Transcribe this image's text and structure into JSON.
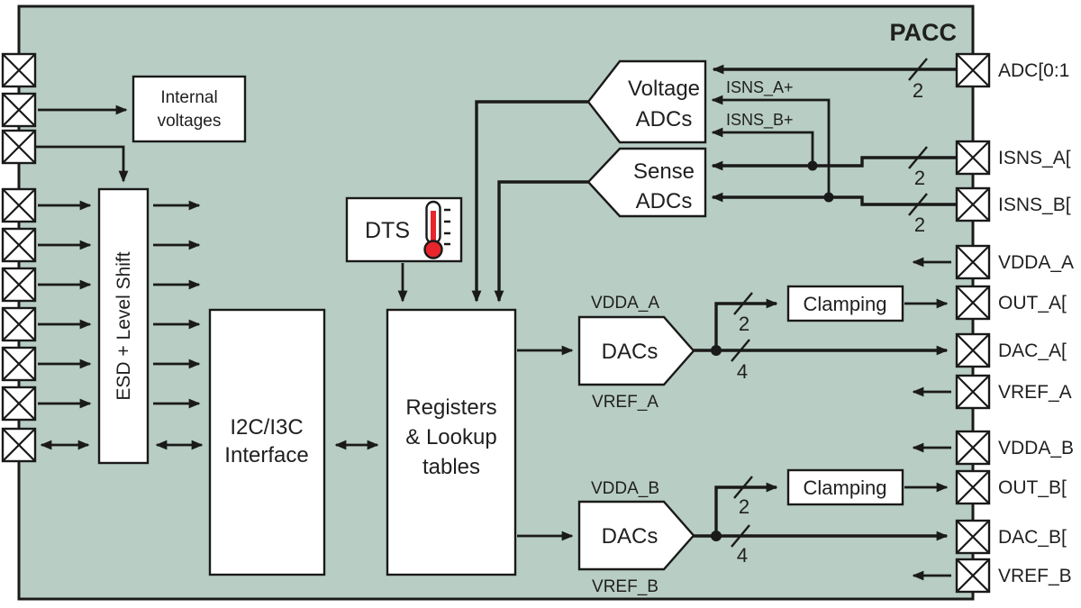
{
  "title": "PACC",
  "blocks": {
    "internal_voltages": {
      "line1": "Internal",
      "line2": "voltages"
    },
    "esd_level_shift": {
      "label": "ESD + Level Shift"
    },
    "i2c_interface": {
      "line1": "I2C/I3C",
      "line2": "Interface"
    },
    "registers": {
      "line1": "Registers",
      "line2": "& Lookup",
      "line3": "tables"
    },
    "dts": {
      "label": "DTS",
      "icon": "thermometer-icon"
    },
    "voltage_adcs": {
      "line1": "Voltage",
      "line2": "ADCs"
    },
    "sense_adcs": {
      "line1": "Sense",
      "line2": "ADCs"
    },
    "dacs_a": {
      "label": "DACs",
      "supply_label": "VDDA_A",
      "ref_label": "VREF_A"
    },
    "dacs_b": {
      "label": "DACs",
      "supply_label": "VDDA_B",
      "ref_label": "VREF_B"
    },
    "clamping_a": {
      "label": "Clamping"
    },
    "clamping_b": {
      "label": "Clamping"
    }
  },
  "signals": {
    "isns_a_plus": "ISNS_A+",
    "isns_b_plus": "ISNS_B+"
  },
  "bus_widths": {
    "adc": "2",
    "isns_a": "2",
    "isns_b": "2",
    "clamp_a": "2",
    "dac_a": "4",
    "clamp_b": "2",
    "dac_b": "4"
  },
  "pins": {
    "right": [
      {
        "label": "ADC[0:1"
      },
      {
        "label": "ISNS_A["
      },
      {
        "label": "ISNS_B["
      },
      {
        "label": "VDDA_A"
      },
      {
        "label": "OUT_A["
      },
      {
        "label": "DAC_A["
      },
      {
        "label": "VREF_A"
      },
      {
        "label": "VDDA_B"
      },
      {
        "label": "OUT_B["
      },
      {
        "label": "DAC_B["
      },
      {
        "label": "VREF_B"
      }
    ],
    "left_count": 10
  },
  "colors": {
    "chip_fill": "#b8cdc4",
    "line": "#1a1a1a",
    "block_fill": "#ffffff",
    "thermometer_red": "#e8252b",
    "text": "#1f1f1f",
    "background": "#ffffff"
  }
}
